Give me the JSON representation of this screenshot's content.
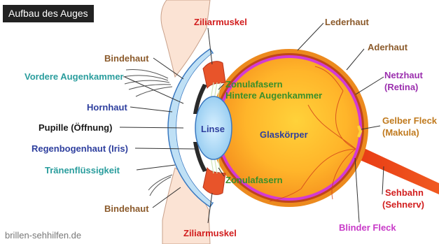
{
  "title": "Aufbau des Auges",
  "source": "brillen-sehhilfen.de",
  "colors": {
    "brown": "#8b5a2b",
    "teal": "#2a9d9d",
    "blue": "#2e3f9e",
    "black": "#1a1a1a",
    "green": "#3a8f2a",
    "red": "#d21e1e",
    "purple": "#9b2fae",
    "magenta": "#c83ac8",
    "orange": "#c07a1e",
    "sclera": "#ec8a1e",
    "retina": "#d33ad3",
    "vitreous": "#ffb52a"
  },
  "labels": {
    "bindehaut_top": "Bindehaut",
    "vordere_augenkammer": "Vordere Augenkammer",
    "hornhaut": "Hornhaut",
    "pupille": "Pupille (Öffnung)",
    "regenbogenhaut": "Regenbogenhaut (Iris)",
    "traenenfluessigkeit": "Tränenflüssigkeit",
    "bindehaut_bottom": "Bindehaut",
    "ziliarmuskel_top": "Ziliarmuskel",
    "zonulafasern_top": "Zonulafasern",
    "hintere_augenkammer": "Hintere Augenkammer",
    "linse": "Linse",
    "glaskoerper": "Glaskörper",
    "zonulafasern_bottom": "Zonulafasern",
    "ziliarmuskel_bottom": "Ziliarmuskel",
    "lederhaut": "Lederhaut",
    "aderhaut": "Aderhaut",
    "netzhaut": "Netzhaut",
    "retina": "(Retina)",
    "gelber_fleck": "Gelber Fleck",
    "makula": "(Makula)",
    "sehbahn": "Sehbahn",
    "sehnerv": "(Sehnerv)",
    "blinder_fleck": "Blinder Fleck"
  }
}
